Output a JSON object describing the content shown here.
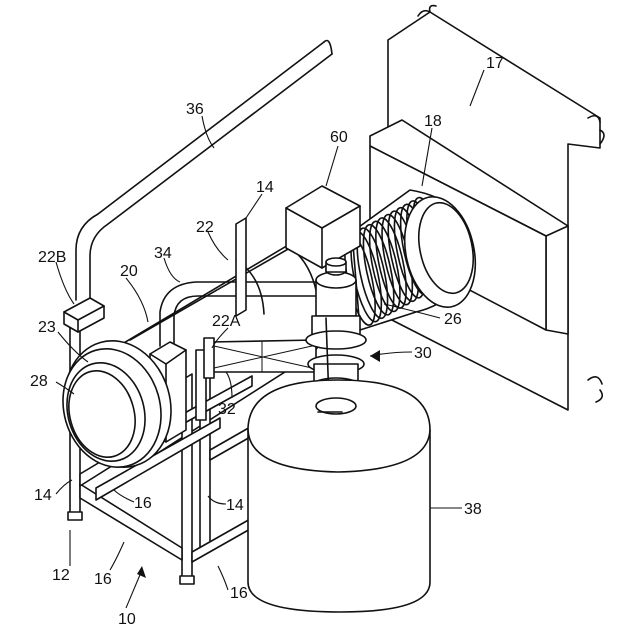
{
  "labels": {
    "l10": "10",
    "l12": "12",
    "l14a": "14",
    "l14b": "14",
    "l14c": "14",
    "l16a": "16",
    "l16b": "16",
    "l16c": "16",
    "l17": "17",
    "l18": "18",
    "l20": "20",
    "l22": "22",
    "l22a": "22A",
    "l22b": "22B",
    "l23": "23",
    "l26": "26",
    "l28": "28",
    "l30": "30",
    "l32": "32",
    "l34": "34",
    "l36": "36",
    "l38": "38",
    "l60": "60"
  }
}
